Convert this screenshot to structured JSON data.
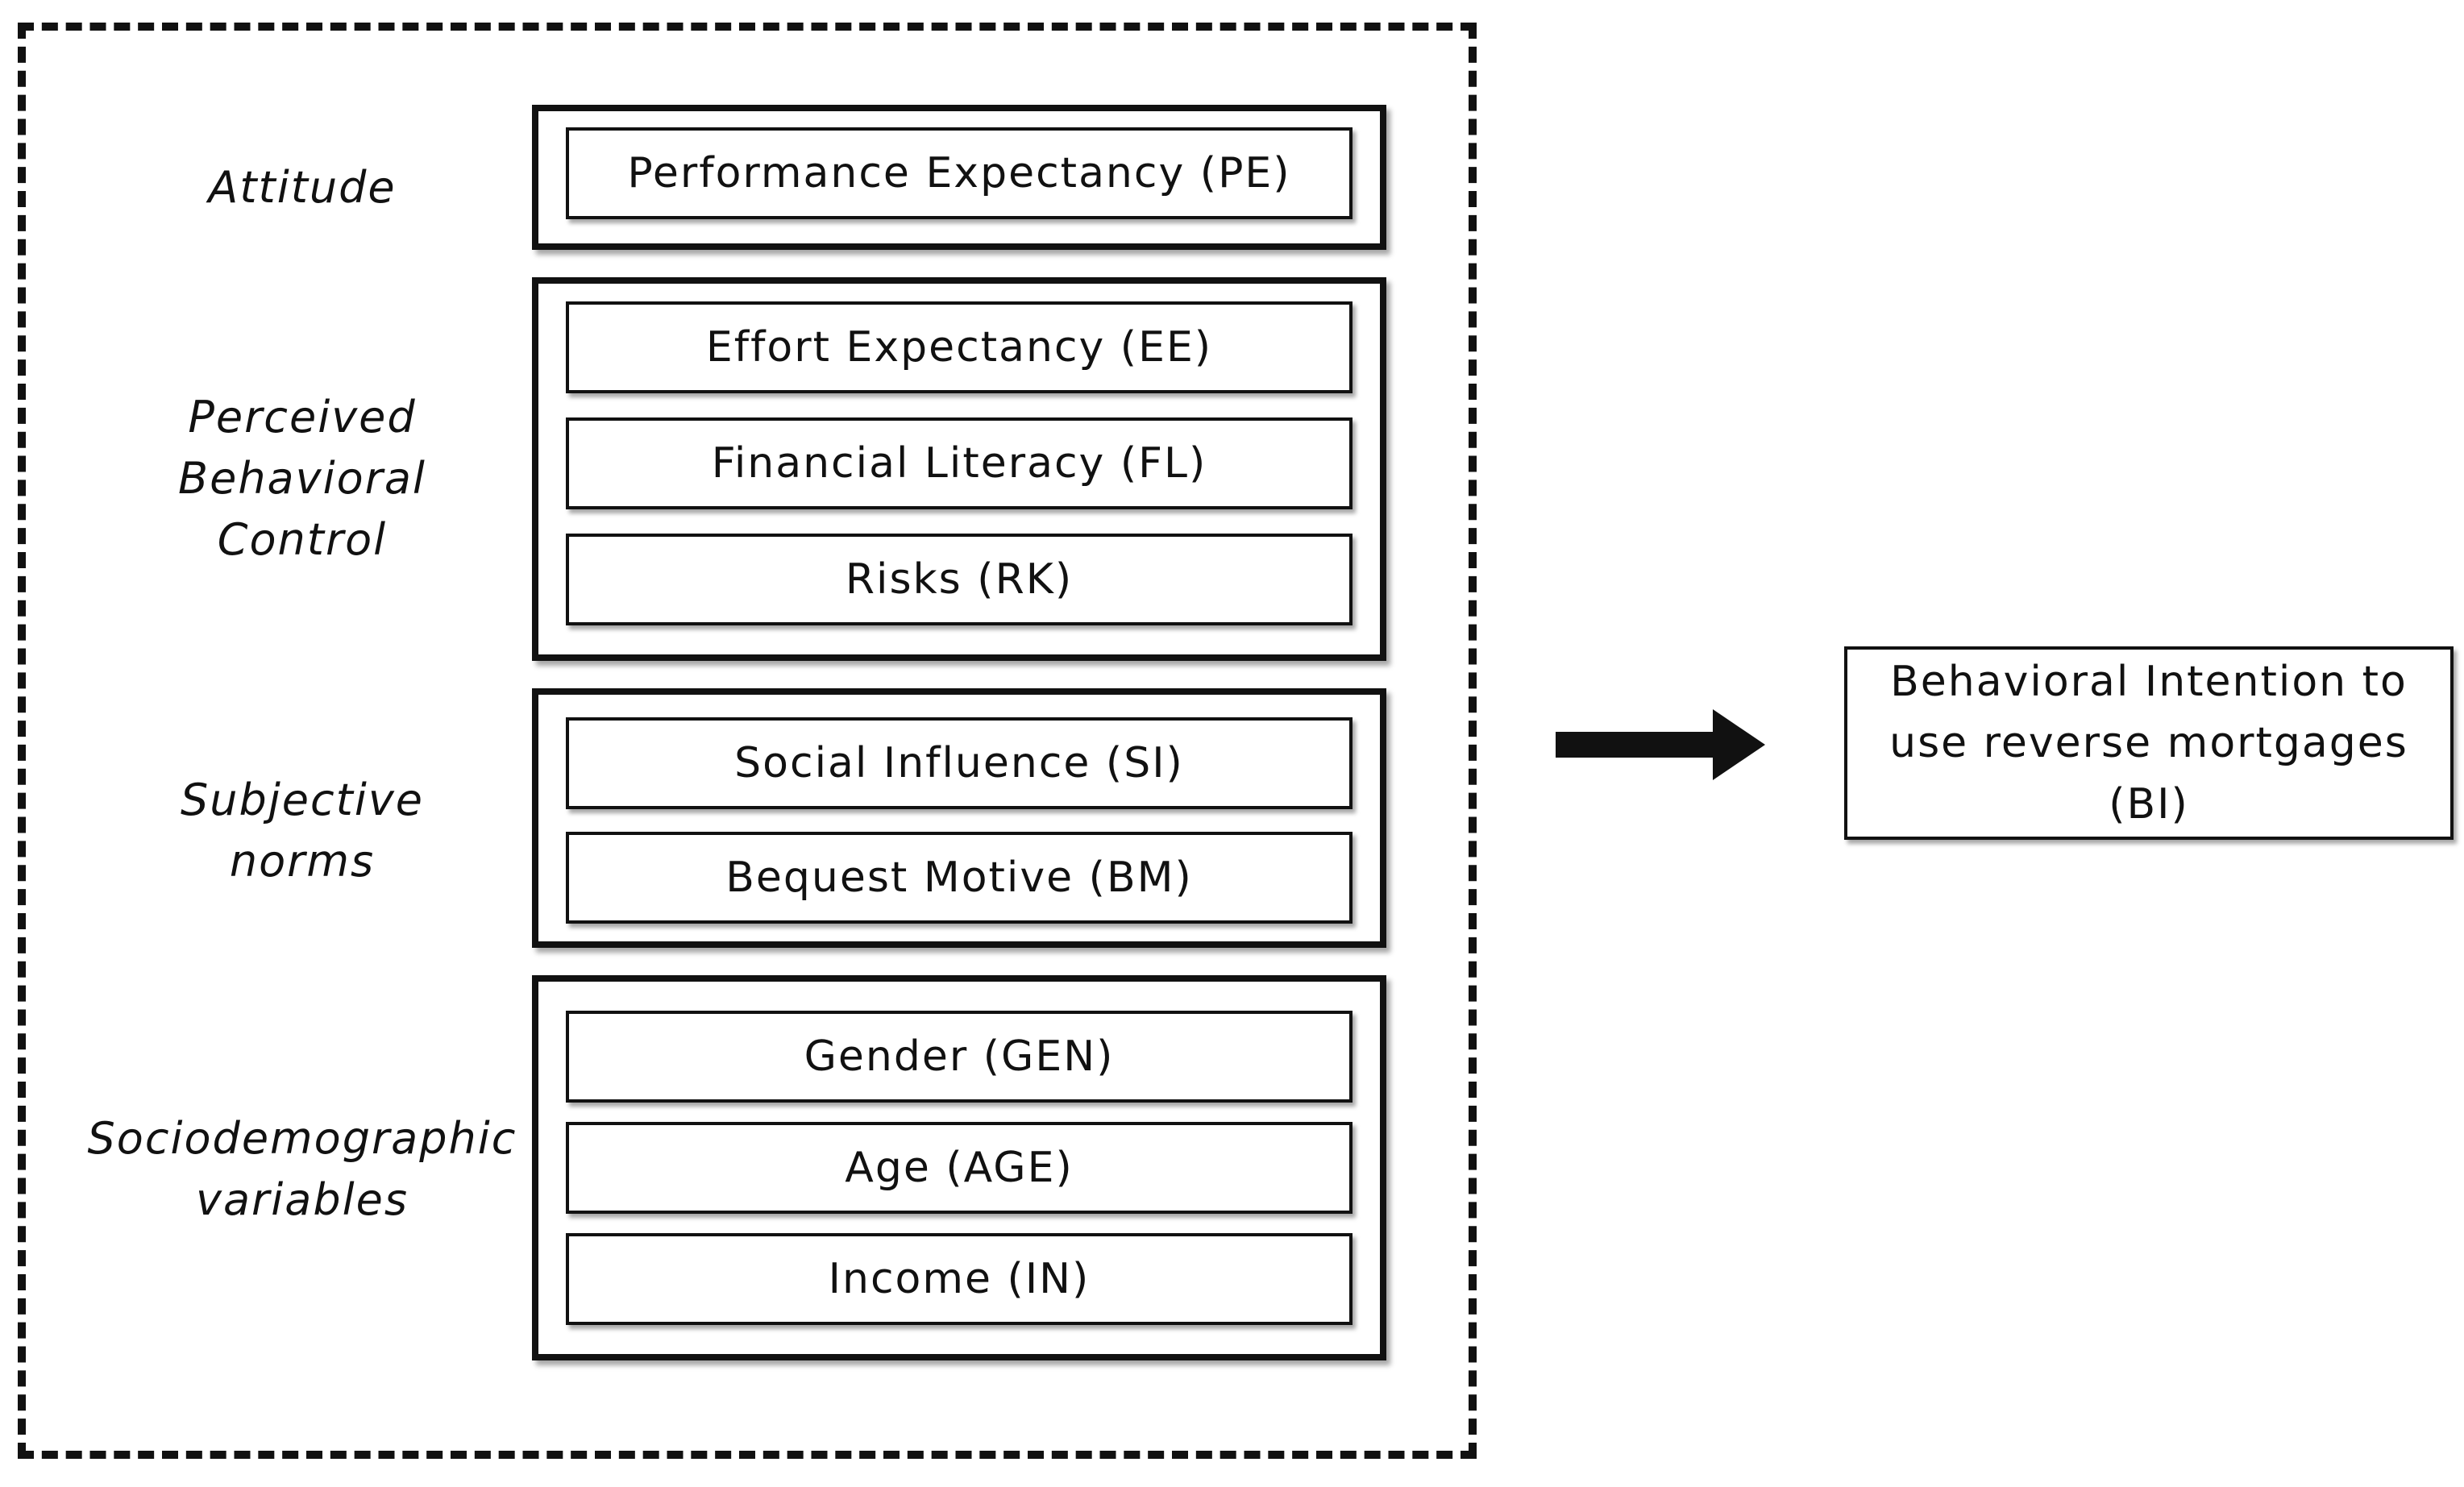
{
  "groups": [
    {
      "label": "Attitude",
      "items": [
        "Performance Expectancy (PE)"
      ]
    },
    {
      "label": "Perceived\nBehavioral\nControl",
      "items": [
        "Effort Expectancy (EE)",
        "Financial Literacy (FL)",
        "Risks (RK)"
      ]
    },
    {
      "label": "Subjective\nnorms",
      "items": [
        "Social Influence (SI)",
        "Bequest Motive (BM)"
      ]
    },
    {
      "label": "Sociodemographic\nvariables",
      "items": [
        "Gender (GEN)",
        "Age (AGE)",
        "Income (IN)"
      ]
    }
  ],
  "outcome": {
    "label": "Behavioral Intention to\nuse reverse mortgages\n(BI)"
  }
}
